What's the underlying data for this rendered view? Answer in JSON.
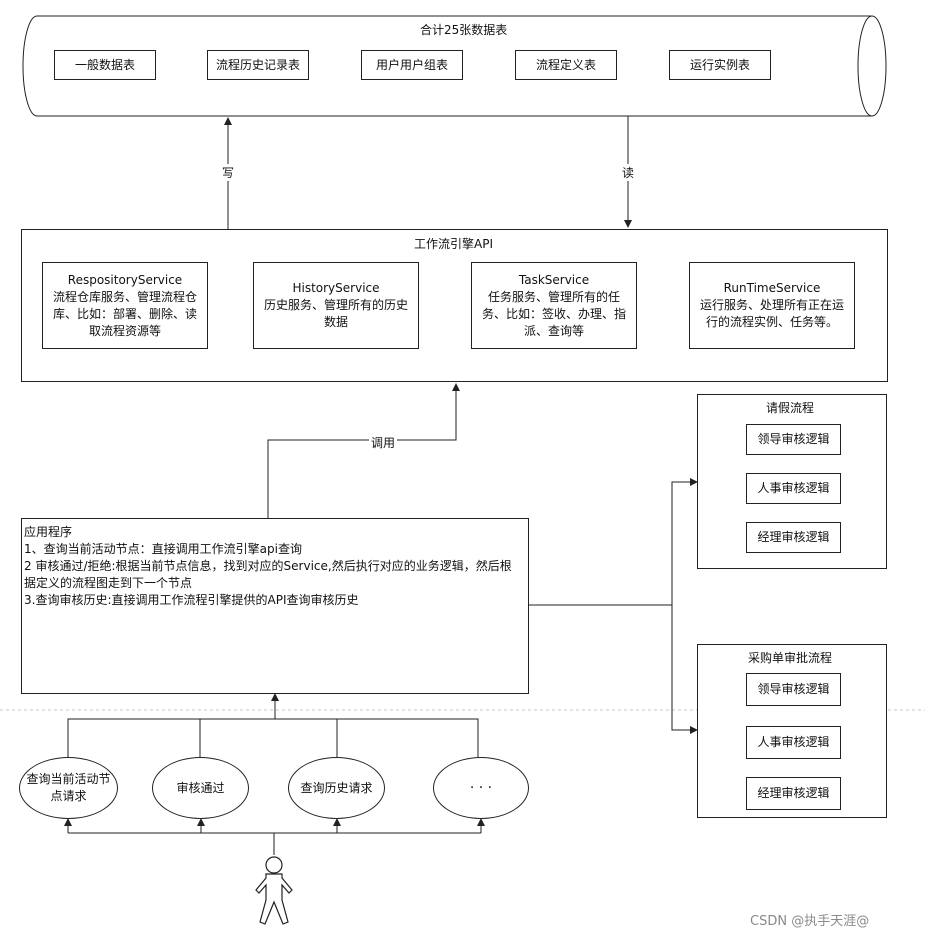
{
  "database": {
    "title": "合计25张数据表",
    "tables": [
      "一般数据表",
      "流程历史记录表",
      "用户用户组表",
      "流程定义表",
      "运行实例表"
    ]
  },
  "edges": {
    "write": "写",
    "read": "读",
    "call": "调用"
  },
  "api": {
    "title": "工作流引擎API",
    "services": [
      {
        "name": "RespositoryService",
        "desc": [
          "流程仓库服务、管理流程仓",
          "库、比如：部署、删除、读",
          "取流程资源等"
        ]
      },
      {
        "name": "HistoryService",
        "desc": [
          "历史服务、管理所有的历史",
          "数据"
        ]
      },
      {
        "name": "TaskService",
        "desc": [
          "任务服务、管理所有的任",
          "务、比如：签收、办理、指",
          "派、查询等"
        ]
      },
      {
        "name": "RunTimeService",
        "desc": [
          "运行服务、处理所有正在运",
          "行的流程实例、任务等。"
        ]
      }
    ]
  },
  "app": {
    "title": "应用程序",
    "lines": [
      "1、查询当前活动节点：直接调用工作流引擎api查询",
      "2 审核通过/拒绝:根据当前节点信息，找到对应的Service,然后执行对应的业务逻辑，然后根",
      "据定义的流程图走到下一个节点",
      "3.查询审核历史:直接调用工作流程引擎提供的API查询审核历史"
    ]
  },
  "processes": [
    {
      "title": "请假流程",
      "steps": [
        "领导审核逻辑",
        "人事审核逻辑",
        "经理审核逻辑"
      ]
    },
    {
      "title": "采购单审批流程",
      "steps": [
        "领导审核逻辑",
        "人事审核逻辑",
        "经理审核逻辑"
      ]
    }
  ],
  "requests": [
    {
      "label": [
        "查询当前活动节",
        "点请求"
      ]
    },
    {
      "label": [
        "审核通过"
      ]
    },
    {
      "label": [
        "查询历史请求"
      ]
    },
    {
      "label": [
        "· · ·"
      ]
    }
  ],
  "watermark": "CSDN @执手天涯@"
}
